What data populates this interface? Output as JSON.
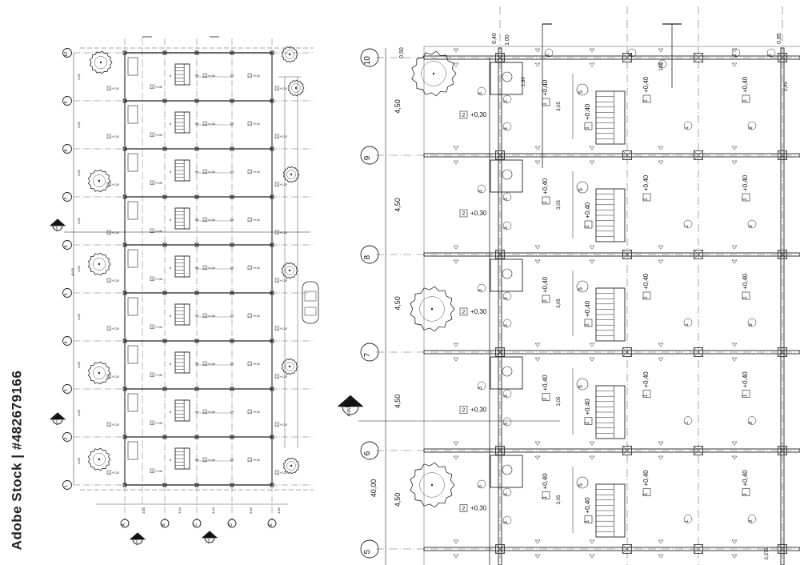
{
  "watermark": "Adobe Stock | #482679166",
  "left_plan": {
    "grid_numbers": [
      "10",
      "9",
      "8",
      "7",
      "6",
      "5",
      "4",
      "3",
      "2",
      "1"
    ],
    "grid_letters": [
      "A",
      "B",
      "C",
      "D",
      "E"
    ],
    "bay_dim": "4,50",
    "overall_dim": "40,00",
    "col_dims": [
      "3,00",
      "3,50",
      "4,40",
      "3,85",
      "4,85"
    ],
    "section_tags": [
      "C",
      "D",
      "B"
    ],
    "section_sheet": "A-05",
    "stair_label": "5",
    "room_label": "1",
    "level_room": "+0,40",
    "level_porch": "+0,30"
  },
  "right_plan": {
    "grid_numbers": [
      "10",
      "9",
      "8",
      "7",
      "6",
      "5"
    ],
    "bay_dims": [
      "4,50",
      "4,50",
      "4,50",
      "4,50",
      "4,50"
    ],
    "overall_dim": "40,00",
    "top_dims": [
      "0,40",
      "1,00",
      "0,85"
    ],
    "small_dims": [
      "0,50",
      "0,45",
      "1,80",
      "3,05",
      "0,375"
    ],
    "section_tag": "D",
    "section_sheet": "A-05",
    "room_tags": [
      "1",
      "2",
      "3",
      "4",
      "5",
      "6",
      "7",
      "8",
      "9",
      "10A"
    ],
    "level_room": "+0,40",
    "level_porch": "+0,30"
  }
}
